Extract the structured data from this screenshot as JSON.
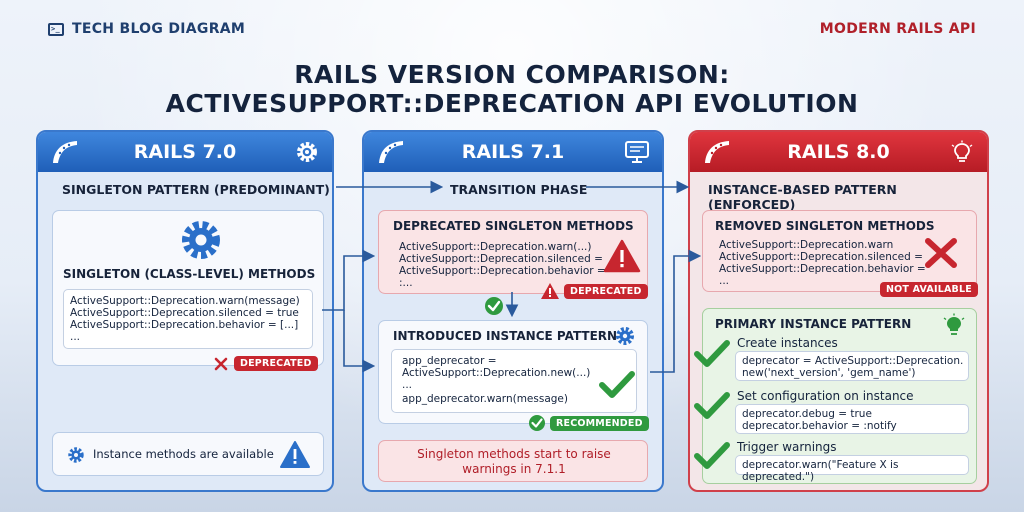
{
  "header": {
    "brand": "TECH BLOG DIAGRAM",
    "tag": "MODERN RAILS API",
    "title_line1": "RAILS VERSION COMPARISON:",
    "title_line2": "ACTIVESUPPORT::DEPRECATION API EVOLUTION"
  },
  "columns": [
    {
      "version": "RAILS 7.0",
      "phase": "SINGLETON PATTERN (PREDOMINANT)",
      "card_title": "SINGLETON (CLASS-LEVEL) METHODS",
      "code": [
        "ActiveSupport::Deprecation.warn(message)",
        "ActiveSupport::Deprecation.silenced = true",
        "ActiveSupport::Deprecation.behavior = [...]",
        "..."
      ],
      "badge": "DEPRECATED",
      "note": "Instance methods are available"
    },
    {
      "version": "RAILS 7.1",
      "phase": "TRANSITION PHASE",
      "deprecated_title": "DEPRECATED SINGLETON METHODS",
      "deprecated_code": [
        "ActiveSupport::Deprecation.warn(...)",
        "ActiveSupport::Deprecation.silenced =",
        "ActiveSupport::Deprecation.behavior =",
        ":..."
      ],
      "deprecated_badge": "DEPRECATED",
      "introduced_title": "INTRODUCED INSTANCE PATTERN",
      "introduced_code": [
        "app_deprecator =",
        "ActiveSupport::Deprecation.new(...)",
        "...",
        "app_deprecator.warn(message)"
      ],
      "recommended_badge": "RECOMMENDED",
      "warning_line1": "Singleton methods start to raise",
      "warning_line2": "warnings in 7.1.1"
    },
    {
      "version": "RAILS 8.0",
      "phase": "INSTANCE-BASED PATTERN (ENFORCED)",
      "removed_title": "REMOVED SINGLETON METHODS",
      "removed_code": [
        "ActiveSupport::Deprecation.warn",
        "ActiveSupport::Deprecation.silenced =",
        "ActiveSupport::Deprecation.behavior =",
        "..."
      ],
      "removed_badge": "NOT AVAILABLE",
      "primary_title": "PRIMARY INSTANCE PATTERN",
      "steps": [
        {
          "title": "Create instances",
          "code": [
            "deprecator = ActiveSupport::Deprecation.",
            "new('next_version', 'gem_name')"
          ]
        },
        {
          "title": "Set configuration on instance",
          "code": [
            "deprecator.debug = true",
            "deprecator.behavior = :notify"
          ]
        },
        {
          "title": "Trigger warnings",
          "code": [
            "deprecator.warn(\"Feature X is deprecated.\")"
          ]
        }
      ]
    }
  ],
  "icons": {
    "rails": "rails-logo-icon",
    "gear": "gear-icon",
    "monitor": "monitor-icon",
    "bulb": "lightbulb-icon",
    "warning": "warning-triangle-icon",
    "check": "checkmark-icon",
    "cross": "cross-icon"
  },
  "colors": {
    "blue": "#2a6fc9",
    "red": "#c7262f",
    "green": "#2f9a3f"
  }
}
